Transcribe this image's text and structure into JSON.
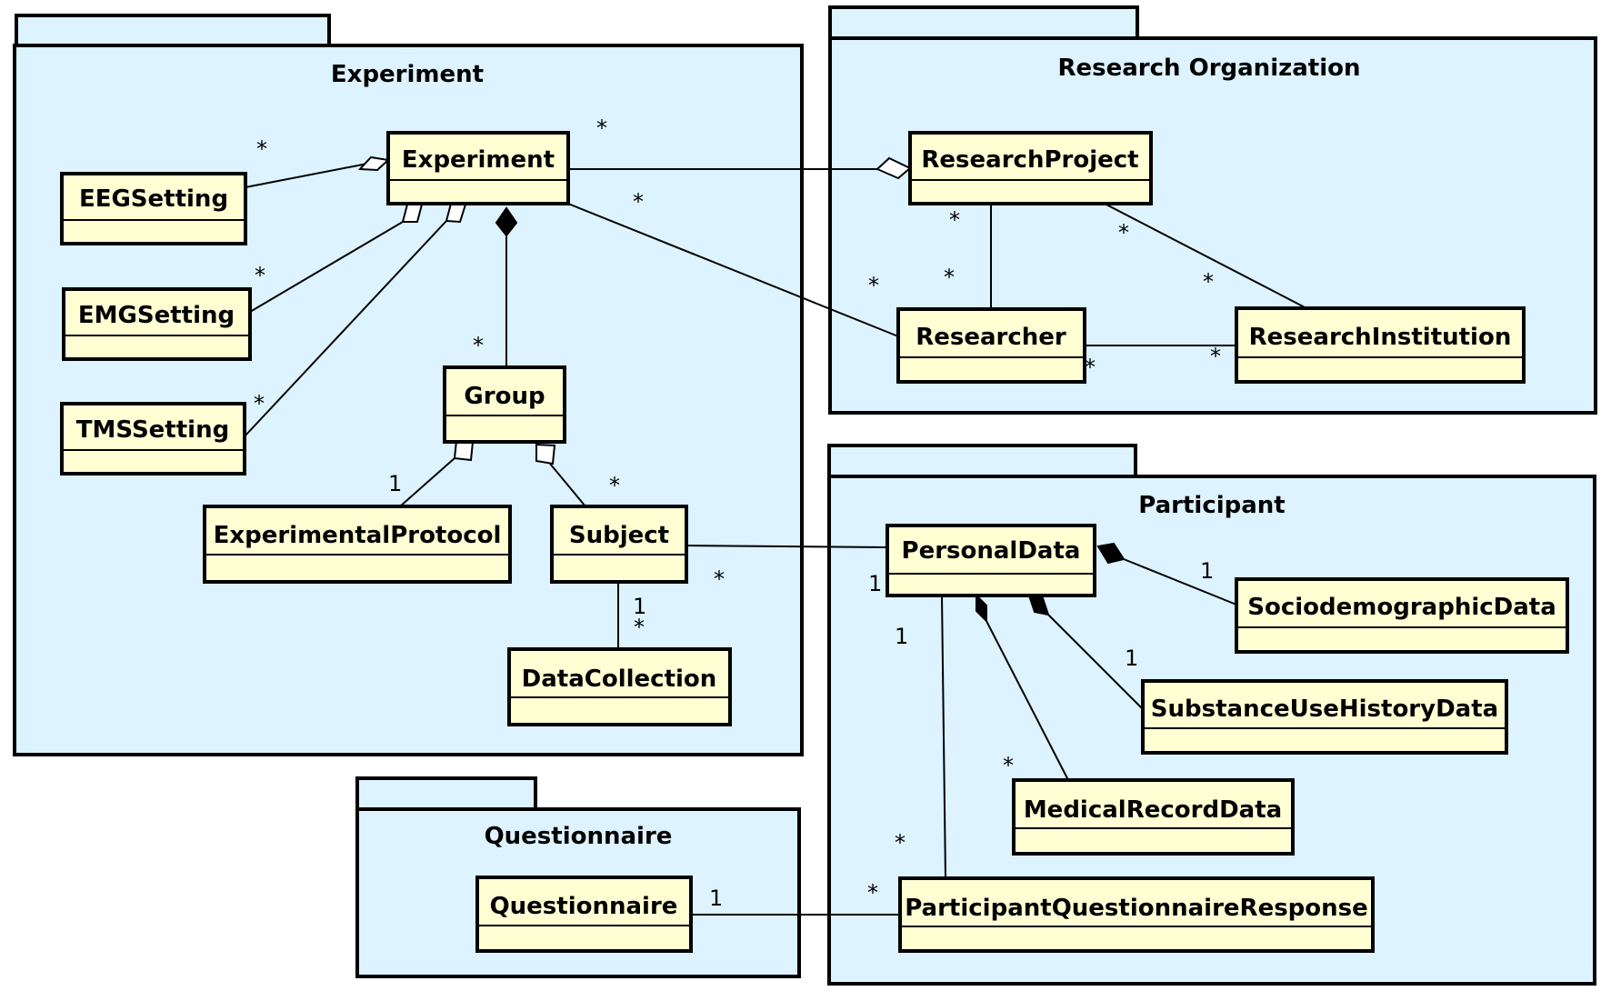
{
  "packages": {
    "experiment": "Experiment",
    "research_organization": "Research Organization",
    "participant": "Participant",
    "questionnaire": "Questionnaire"
  },
  "classes": {
    "experiment": "Experiment",
    "eeg_setting": "EEGSetting",
    "emg_setting": "EMGSetting",
    "tms_setting": "TMSSetting",
    "group": "Group",
    "experimental_protocol": "ExperimentalProtocol",
    "subject": "Subject",
    "data_collection": "DataCollection",
    "research_project": "ResearchProject",
    "researcher": "Researcher",
    "research_institution": "ResearchInstitution",
    "personal_data": "PersonalData",
    "sociodemographic_data": "SociodemographicData",
    "substance_use_history_data": "SubstanceUseHistoryData",
    "medical_record_data": "MedicalRecordData",
    "participant_questionnaire_response": "ParticipantQuestionnaireResponse",
    "questionnaire": "Questionnaire"
  },
  "multiplicities": {
    "eeg": "*",
    "emg": "*",
    "tms": "*",
    "exp_project": "*",
    "exp_researcher": "*",
    "group": "*",
    "protocol": "1",
    "subject_group": "*",
    "subject_collection_one": "1",
    "subject_collection_many": "*",
    "subject_personal": "*",
    "project_researcher_top": "*",
    "researcher_project": "*",
    "researcher_experiment": "*",
    "project_institution": "*",
    "institution_project": "*",
    "researcher_institution": "*",
    "institution_researcher": "*",
    "personal_subject": "1",
    "sociodemographic": "1",
    "personal_response": "1",
    "substance_use": "1",
    "medical_record": "*",
    "response_personal": "*",
    "response_questionnaire": "*",
    "questionnaire_response": "1"
  }
}
